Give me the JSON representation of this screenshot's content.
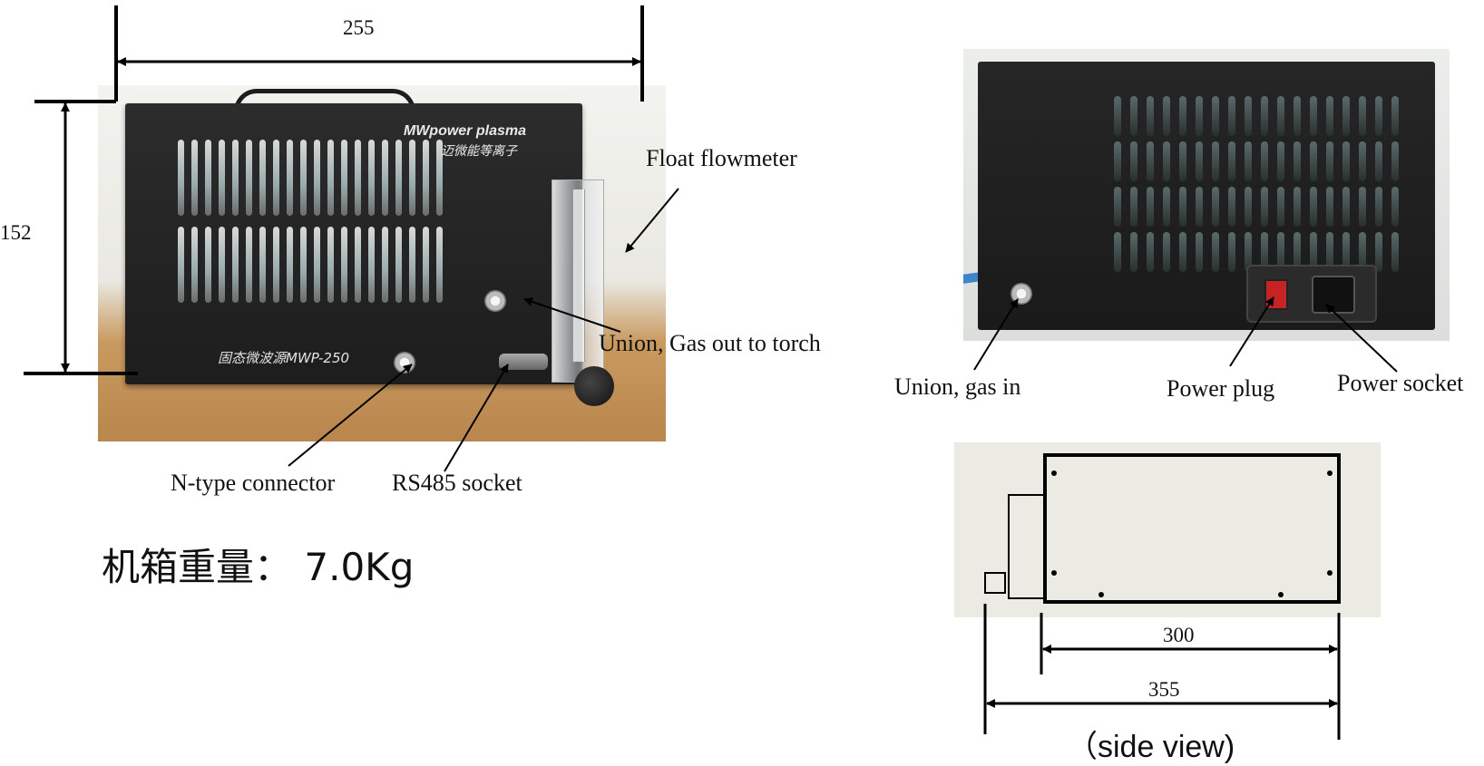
{
  "front_view": {
    "brand_en": "MWpower plasma",
    "brand_cn": "迈微能等离子",
    "model_label": "固态微波源MWP-250",
    "width_dim": "255",
    "height_dim": "152"
  },
  "callouts": {
    "float_flowmeter": "Float flowmeter",
    "union_gas_out": "Union, Gas out to torch",
    "n_type_connector": "N-type connector",
    "rs485_socket": "RS485 socket",
    "union_gas_in": "Union, gas in",
    "power_plug": "Power plug",
    "power_socket": "Power socket"
  },
  "weight": {
    "label": "机箱重量：",
    "value": "7.0Kg"
  },
  "side_view": {
    "dim_body": "300",
    "dim_total": "355",
    "caption": "（side view)"
  },
  "colors": {
    "case": "#1f1f1f",
    "vent": "#b9bfbf",
    "switch": "#c62424",
    "hose": "#3a86c9",
    "drawing_bg": "#ecebe3"
  }
}
